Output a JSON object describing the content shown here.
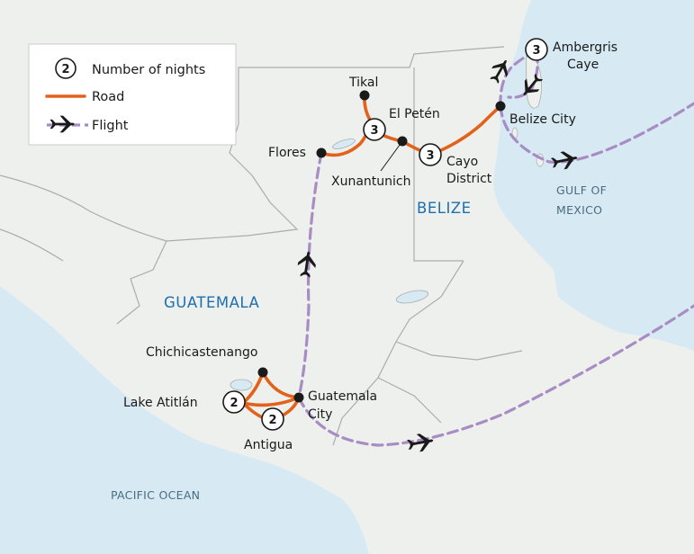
{
  "legend": {
    "nights_badge": "2",
    "nights_label": "Number of nights",
    "road_label": "Road",
    "flight_label": "Flight"
  },
  "countries": {
    "guatemala": "GUATEMALA",
    "belize": "BELIZE"
  },
  "water": {
    "gulf_line1": "GULF OF",
    "gulf_line2": "MEXICO",
    "pacific": "PACIFIC OCEAN"
  },
  "places": {
    "tikal": "Tikal",
    "el_peten": "El Petén",
    "flores": "Flores",
    "xunantunich": "Xunantunich",
    "cayo_line1": "Cayo",
    "cayo_line2": "District",
    "belize_city": "Belize City",
    "ambergris_line1": "Ambergris",
    "ambergris_line2": "Caye",
    "chichicastenango": "Chichicastenango",
    "lake_atitlan": "Lake Atitlán",
    "guatemala_city_line1": "Guatemala",
    "guatemala_city_line2": "City",
    "antigua": "Antigua"
  },
  "nights": {
    "el_peten": "3",
    "cayo": "3",
    "ambergris": "3",
    "lake_atitlan": "2",
    "antigua": "2"
  },
  "colors": {
    "land": "#eef0ee",
    "water": "#d7eaf4",
    "border": "#a9adab",
    "road": "#e2621b",
    "flight": "#a88cc4",
    "country_label": "#1d6fae"
  },
  "icons": {
    "plane": "airplane-icon",
    "stop": "stop-marker-icon",
    "nights": "nights-badge-icon"
  }
}
